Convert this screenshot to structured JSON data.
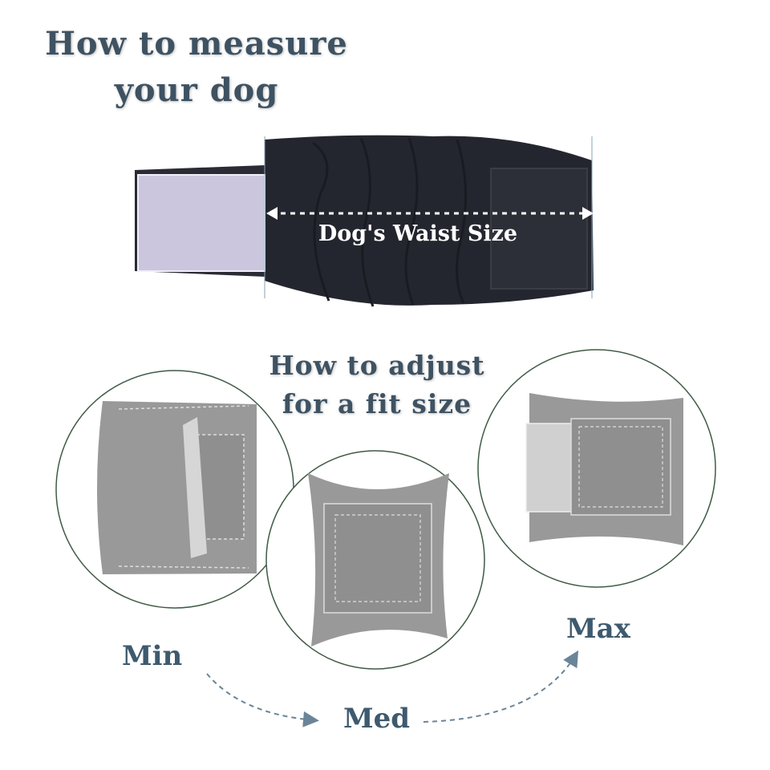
{
  "measure_title": {
    "line1": "How to measure",
    "line2": "your dog"
  },
  "waist_label": "Dog's Waist Size",
  "adjust_title": {
    "line1": "How to adjust",
    "line2": "for a fit size"
  },
  "levels": {
    "min": "Min",
    "med": "Med",
    "max": "Max"
  },
  "colors": {
    "heading": "#3e5262",
    "diaper": "#24262f",
    "fastener": "#c9c4dc",
    "circle_stroke": "#3f5a45",
    "illustration_gray": "#999999",
    "arrow": "#6a8597"
  }
}
